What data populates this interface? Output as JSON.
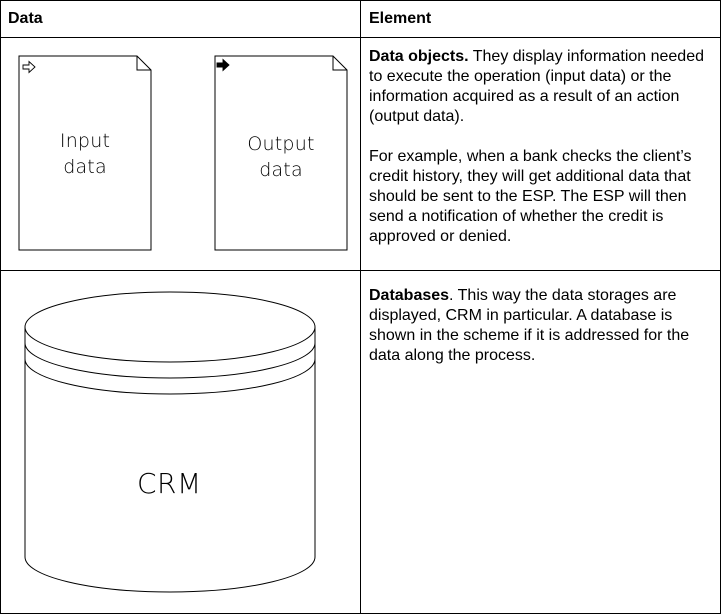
{
  "table": {
    "headers": {
      "data": "Data",
      "element": "Element"
    },
    "rows": [
      {
        "visual": {
          "input_doc_label_line1": "Input",
          "input_doc_label_line2": "data",
          "output_doc_label_line1": "Output",
          "output_doc_label_line2": "data"
        },
        "element": {
          "title": "Data objects.",
          "text": " They display information needed to execute the operation (input data) or the information acquired as a result of an action (output data).",
          "paragraph2": "For example, when a bank checks the client’s credit history, they will get additional data that should be sent to the ESP. The ESP will then send a notification of whether the credit is approved or denied."
        }
      },
      {
        "visual": {
          "database_label": "CRM"
        },
        "element": {
          "title": "Databases",
          "text": ". This way the data storages are displayed, CRM in particular. A database is shown in  the scheme if it is addressed for the data along the process."
        }
      }
    ]
  }
}
